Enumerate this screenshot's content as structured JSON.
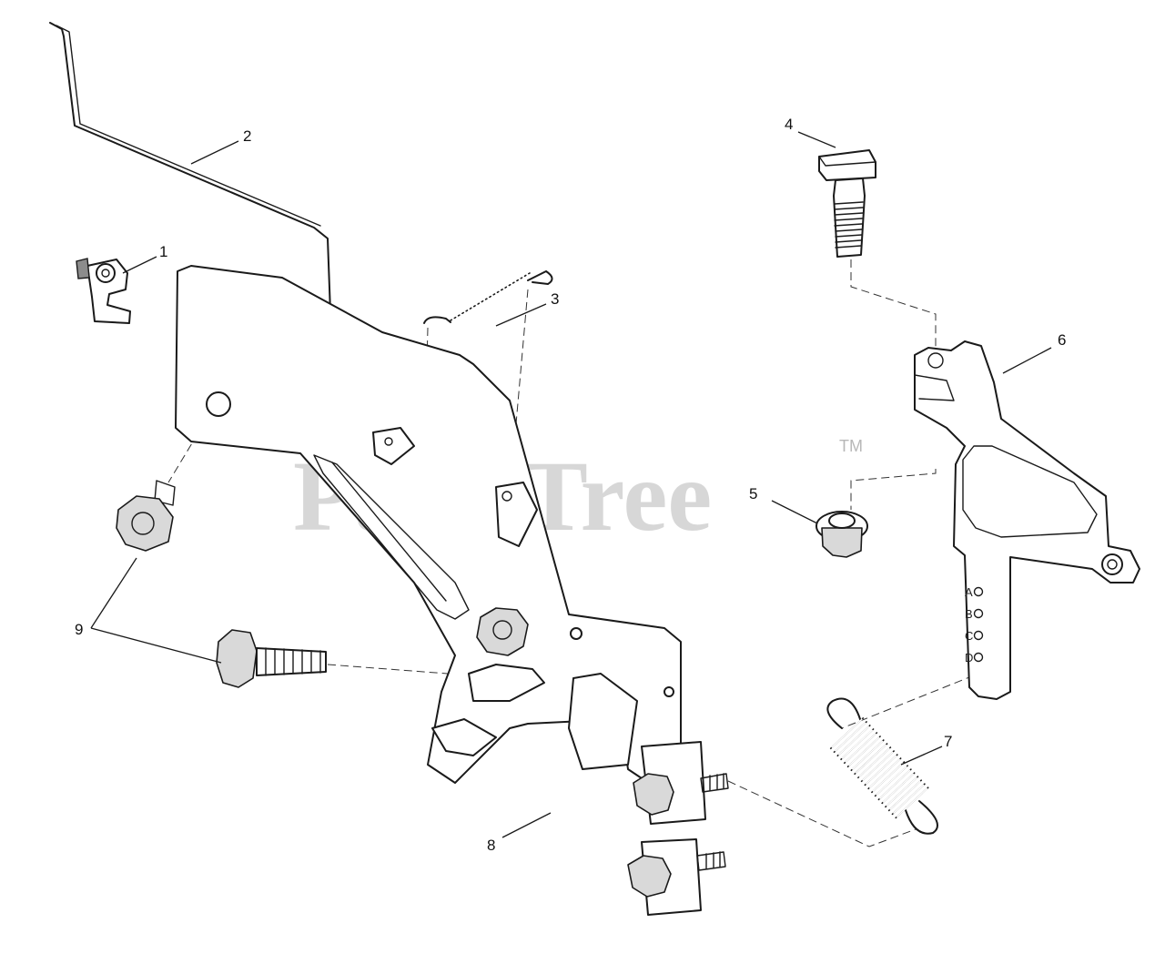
{
  "watermark": {
    "brand": "PartsTree",
    "trademark": "TM"
  },
  "callouts": [
    {
      "id": 1,
      "label": "1"
    },
    {
      "id": 2,
      "label": "2"
    },
    {
      "id": 3,
      "label": "3"
    },
    {
      "id": 4,
      "label": "4"
    },
    {
      "id": 5,
      "label": "5"
    },
    {
      "id": 6,
      "label": "6"
    },
    {
      "id": 7,
      "label": "7"
    },
    {
      "id": 8,
      "label": "8"
    },
    {
      "id": 9,
      "label": "9"
    }
  ],
  "governor_positions": [
    "A",
    "B",
    "C",
    "D"
  ]
}
